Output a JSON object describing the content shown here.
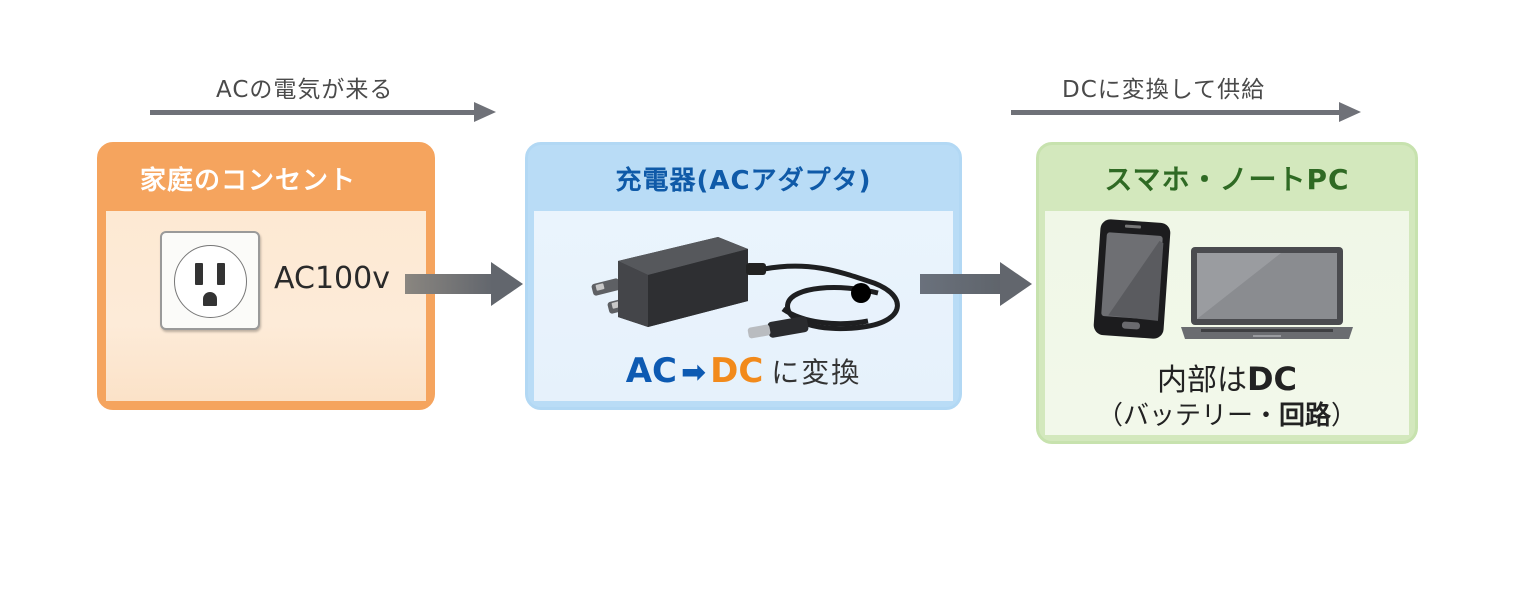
{
  "top_flow": [
    {
      "label": "ACの電気が来る"
    },
    {
      "label": "DCに変換して供給"
    }
  ],
  "cards": {
    "outlet": {
      "title": "家庭のコンセント",
      "icon": "power-outlet-icon",
      "voltage_label": "AC100v",
      "color": "#f5a45e"
    },
    "charger": {
      "title": "充電器(ACアダプタ)",
      "icon": "ac-adapter-icon",
      "conversion": {
        "from": "AC",
        "arrow": "➡",
        "to": "DC",
        "suffix": "に変換"
      },
      "color": "#b9dcf6"
    },
    "device": {
      "title": "スマホ・ノートPC",
      "icons": [
        "smartphone-icon",
        "laptop-icon"
      ],
      "line1_prefix": "内部は",
      "line1_emphasis": "DC",
      "line2_open": "（バッテリー・",
      "line2_emphasis": "回路",
      "line2_close": "）",
      "color": "#d3e8bd"
    }
  },
  "colors": {
    "ac_blue": "#0d5ab2",
    "dc_orange": "#f28a1b",
    "arrow_gray": "#6f7178"
  }
}
